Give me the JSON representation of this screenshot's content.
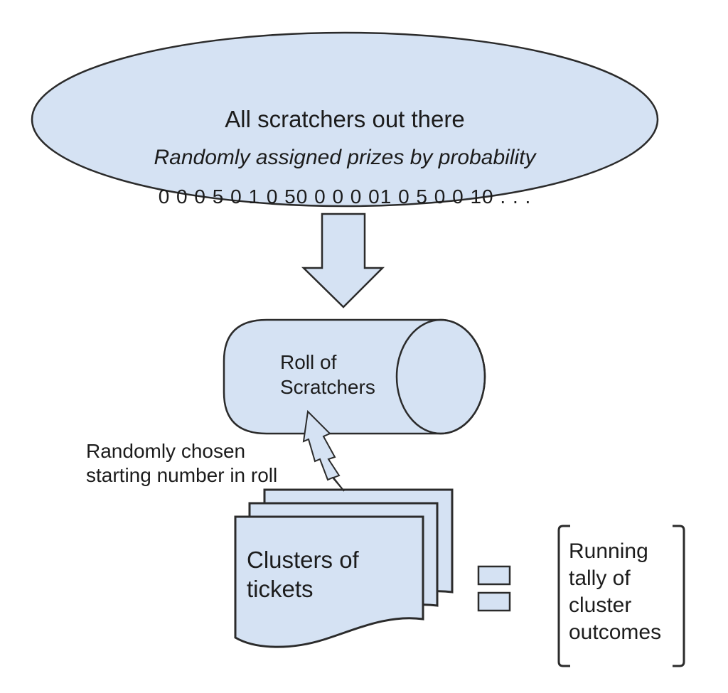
{
  "colors": {
    "shape_fill": "#d5e2f3",
    "shape_stroke": "#2b2b2b",
    "text_color": "#1c1c1c",
    "background": "#ffffff"
  },
  "diagram": {
    "population_ellipse": {
      "title": "All scratchers out there",
      "subtitle": "Randomly assigned prizes by probability",
      "values": "0 0 0 5 0 1 0 50 0 0 0 01 0 5 0 0 10 . . ."
    },
    "roll_cylinder": {
      "label": "Roll of\nScratchers"
    },
    "annotation": {
      "label": "Randomly chosen\nstarting number in roll"
    },
    "ticket_stack": {
      "label": "Clusters of\ntickets"
    },
    "tally_bracket": {
      "label": "Running\ntally of\ncluster\noutcomes"
    }
  }
}
